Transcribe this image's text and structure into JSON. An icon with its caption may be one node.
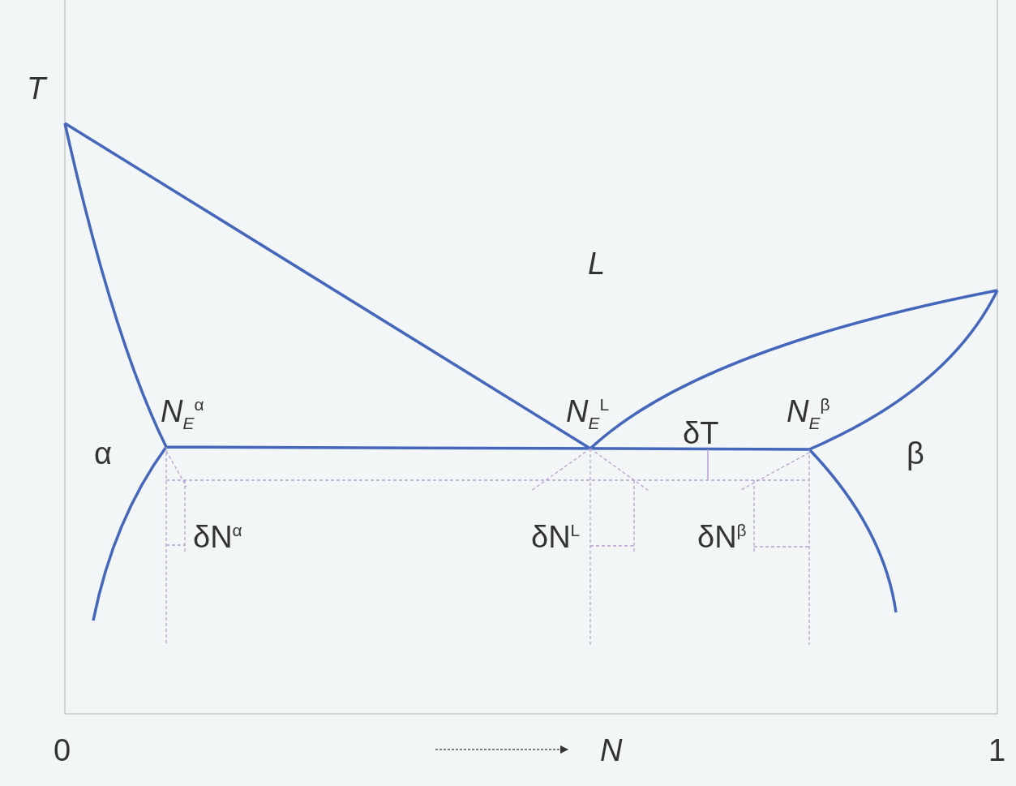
{
  "diagram": {
    "labels": [
      "T",
      "L",
      "*N*$_{E}$$^{α}$",
      "*N*$_{E}$$^{L}$",
      "δT",
      "*N*$_{E}$$^{β}$",
      "α",
      "β",
      "δN$^{α}$",
      "δN$^{L}$",
      "δN$^{β}$",
      "0",
      "N",
      "1"
    ]
  }
}
